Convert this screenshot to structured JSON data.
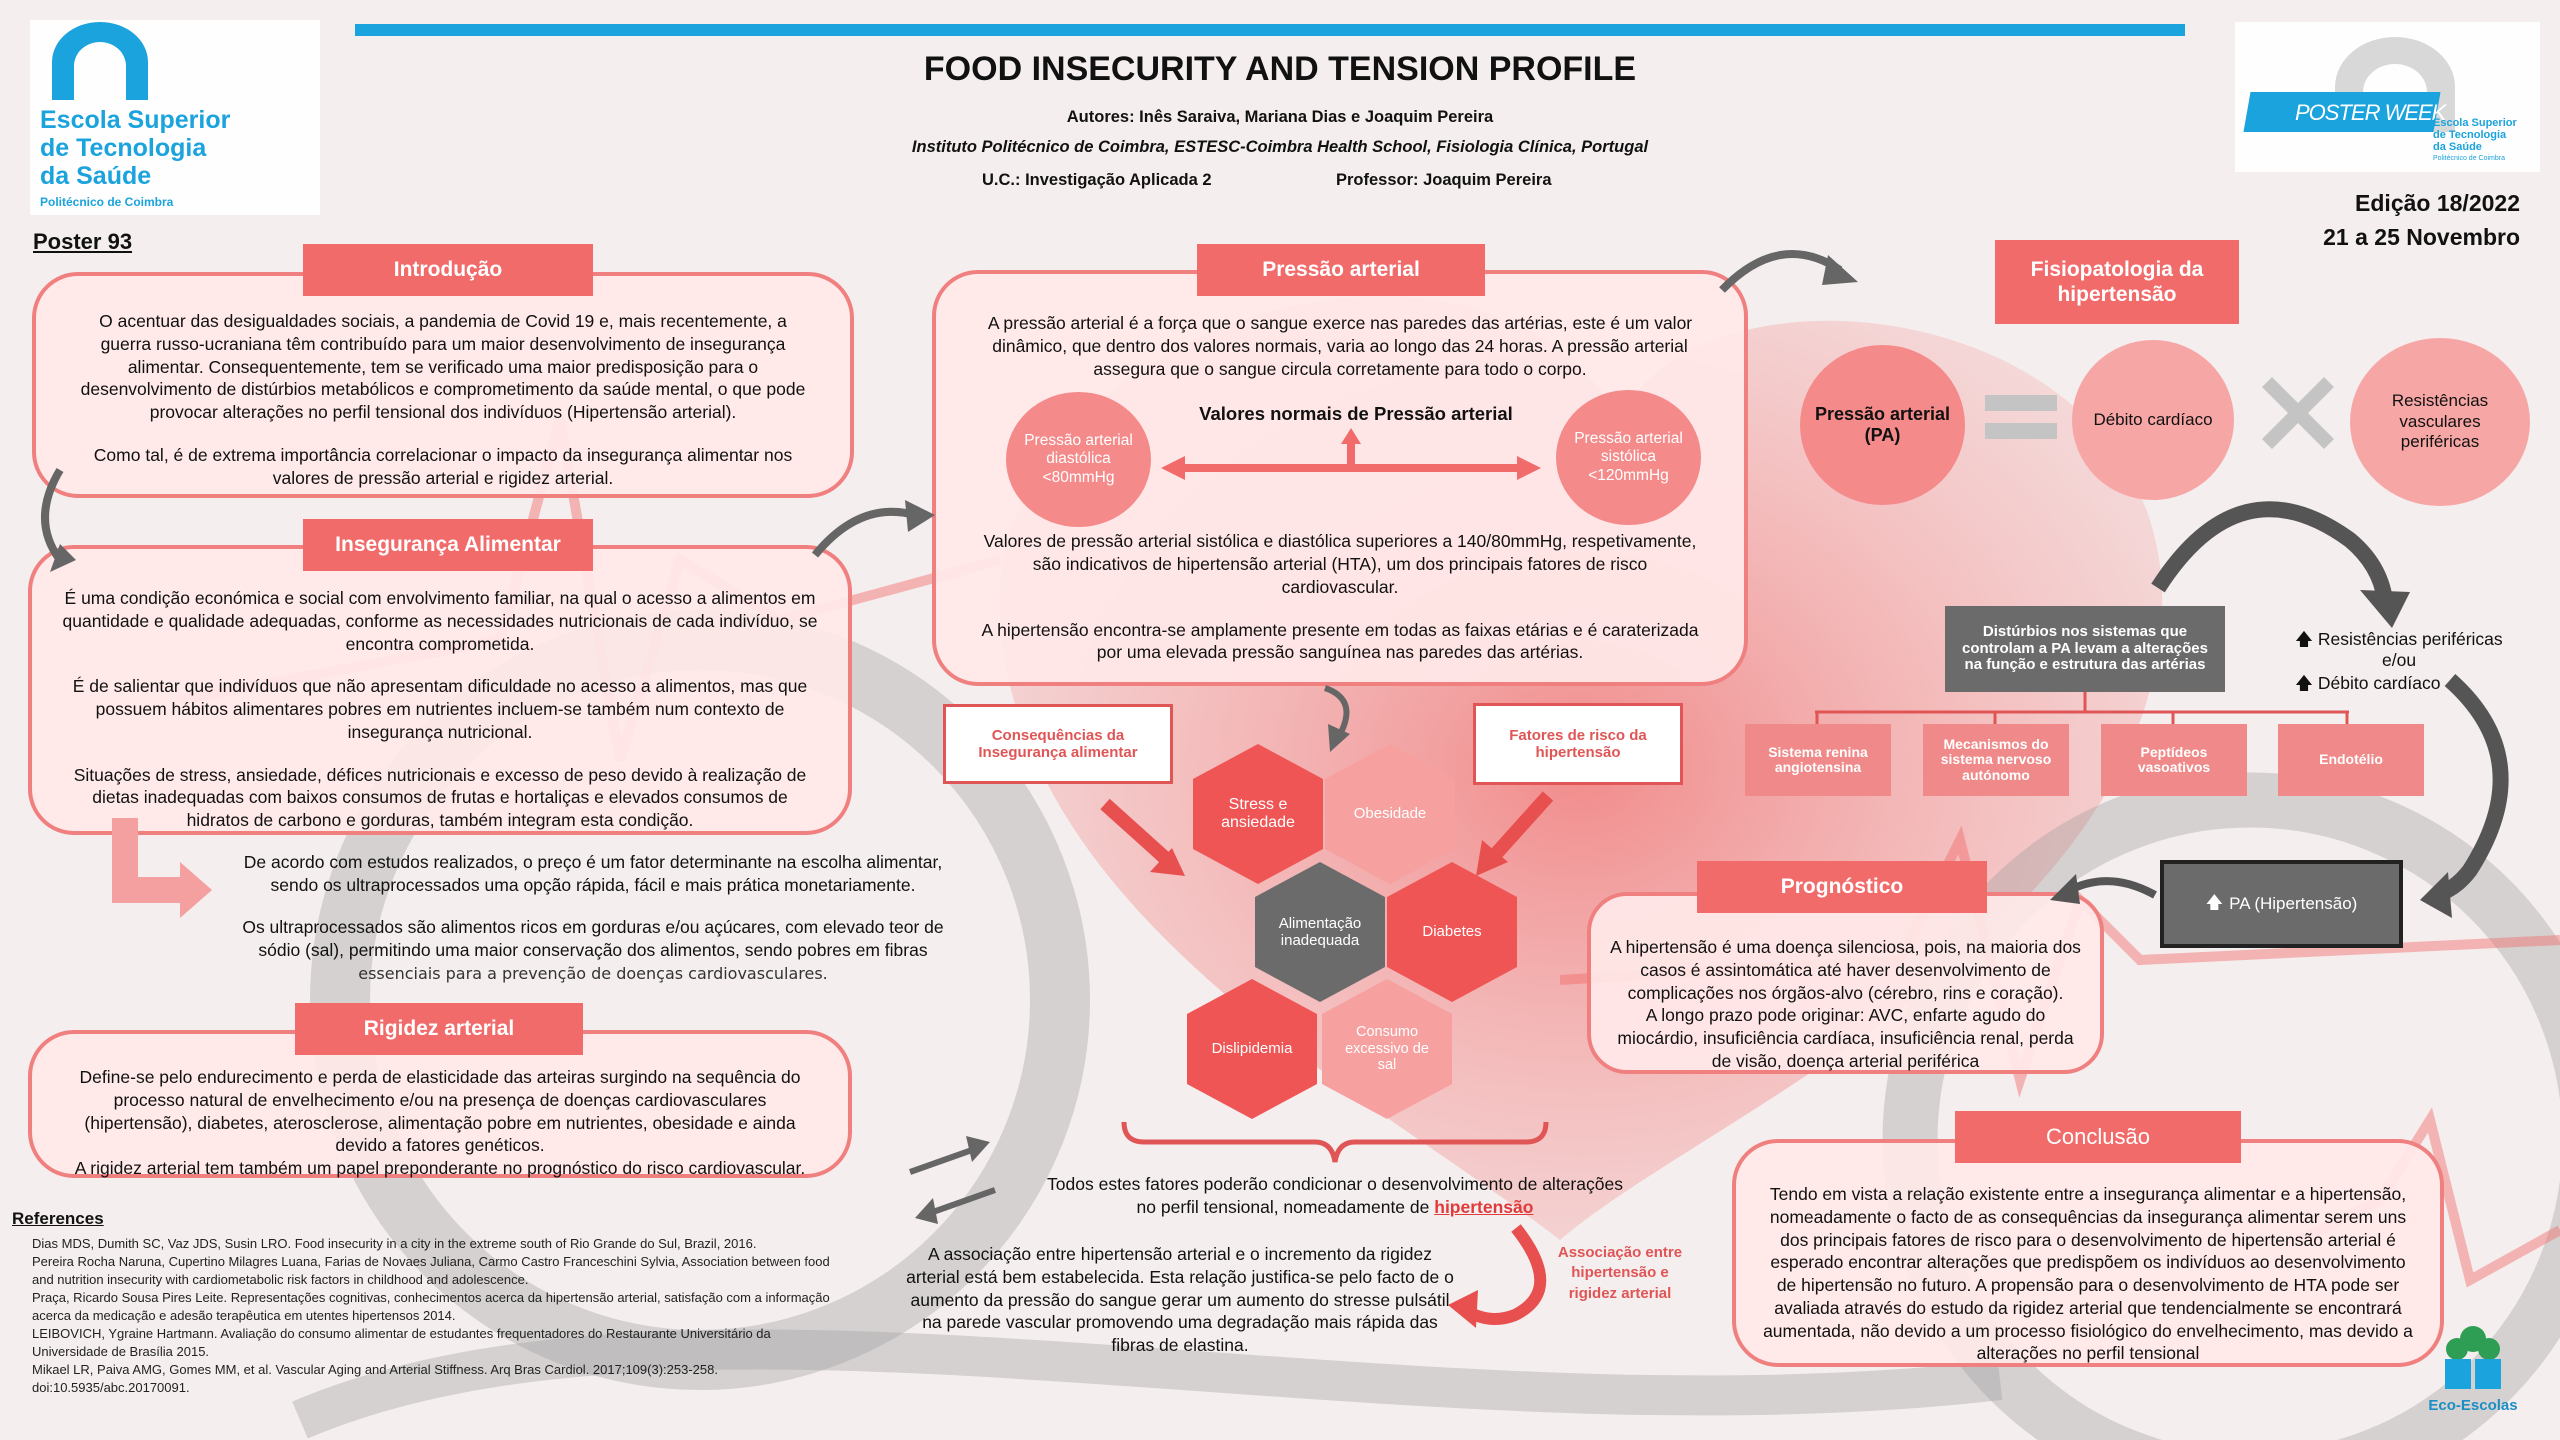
{
  "header": {
    "title": "FOOD INSECURITY AND TENSION PROFILE",
    "authors": "Autores: Inês Saraiva, Mariana Dias e Joaquim Pereira",
    "institution": "Instituto Politécnico de Coimbra, ESTESC-Coimbra Health School, Fisiologia Clínica, Portugal",
    "uc": "U.C.: Investigação Aplicada 2",
    "professor": "Professor: Joaquim Pereira",
    "poster_number": "Poster 93",
    "edition": "Edição 18/2022",
    "dates": "21 a 25 Novembro"
  },
  "logos": {
    "school_line1": "Escola Superior",
    "school_line2": "de Tecnologia",
    "school_line3": "da Saúde",
    "school_sub": "Politécnico de Coimbra",
    "posterweek": "POSTER WEEK",
    "posterweek_school1": "Escola Superior",
    "posterweek_school2": "de Tecnologia",
    "posterweek_school3": "da Saúde",
    "posterweek_sub": "Politécnico de Coimbra",
    "eco": "Eco-Escolas"
  },
  "intro": {
    "title": "Introdução",
    "p1": "O acentuar das desigualdades sociais, a pandemia de Covid 19 e, mais recentemente, a guerra russo-ucraniana têm contribuído para um maior desenvolvimento de insegurança alimentar. Consequentemente, tem se verificado uma maior predisposição para o desenvolvimento de distúrbios metabólicos e comprometimento da saúde mental, o que pode provocar alterações no perfil tensional dos indivíduos (Hipertensão arterial).",
    "p2": "Como tal, é de extrema importância correlacionar o impacto da insegurança alimentar nos valores de pressão arterial e rigidez arterial."
  },
  "inseg": {
    "title": "Insegurança Alimentar",
    "p1": "É uma condição económica e social com envolvimento familiar, na qual o acesso a alimentos em quantidade e qualidade adequadas, conforme as necessidades nutricionais de cada indivíduo, se encontra comprometida.",
    "p2": "É de salientar que indivíduos que não apresentam dificuldade no acesso a alimentos, mas que possuem hábitos alimentares pobres em nutrientes incluem-se também num contexto de insegurança nutricional.",
    "p3": "Situações de stress, ansiedade, défices nutricionais e excesso de peso devido à realização de dietas inadequadas com baixos consumos de frutas e hortaliças e elevados consumos de hidratos de carbono e gorduras, também integram esta condição."
  },
  "price": {
    "p1": "De acordo com estudos realizados, o preço é um fator determinante na escolha alimentar, sendo os ultraprocessados uma opção rápida, fácil e mais prática monetariamente.",
    "p2a": "Os ultraprocessados são alimentos ricos em gorduras e/ou açúcares, com elevado teor de sódio (sal), permitindo uma maior conservação dos alimentos, sendo pobres em fibras",
    "p2b": "essenciais para a prevenção de doenças cardiovasculares."
  },
  "rigidez": {
    "title": "Rigidez arterial",
    "p1": "Define-se pelo endurecimento e perda de elasticidade das arteiras surgindo na sequência do processo natural de envelhecimento e/ou na presença de doenças cardiovasculares (hipertensão), diabetes, aterosclerose, alimentação pobre em nutrientes, obesidade e ainda devido a fatores genéticos.",
    "p2": "A rigidez arterial tem também um papel preponderante no prognóstico do risco cardiovascular."
  },
  "pressao": {
    "title": "Pressão arterial",
    "p1": "A pressão arterial é a força que o sangue exerce nas paredes das artérias, este é um valor dinâmico, que dentro dos valores normais, varia ao longo das 24 horas. A pressão arterial assegura que o sangue circula corretamente para todo o corpo.",
    "normal_label": "Valores normais de Pressão arterial",
    "diastolic": "Pressão arterial diastólica <80mmHg",
    "systolic": "Pressão arterial sistólica <120mmHg",
    "p2": "Valores de pressão arterial sistólica e diastólica superiores a 140/80mmHg, respetivamente, são indicativos de hipertensão arterial (HTA), um dos principais fatores de risco cardiovascular.",
    "p3": "A hipertensão encontra-se amplamente presente em todas as faixas etárias e é caraterizada por uma elevada pressão sanguínea nas paredes das artérias."
  },
  "factors": {
    "consequences": "Consequências da Insegurança alimentar",
    "risk": "Fatores de risco da hipertensão",
    "hex_stress": "Stress e ansiedade",
    "hex_obesity": "Obesidade",
    "hex_food": "Alimentação inadequada",
    "hex_diabetes": "Diabetes",
    "hex_dislip": "Dislipidemia",
    "hex_salt": "Consumo excessivo de sal",
    "all_factors": "Todos estes fatores poderão condicionar o desenvolvimento de alterações no perfil tensional, nomeadamente de",
    "all_factors_link": "hipertensão",
    "association": "A associação entre hipertensão arterial e o incremento da rigidez arterial está bem estabelecida. Esta relação justifica-se pelo facto de o aumento da pressão do sangue gerar um aumento do stresse pulsátil na parede vascular promovendo uma degradação mais rápida das fibras de elastina.",
    "assoc_label": "Associação entre hipertensão e rigidez arterial"
  },
  "fisio": {
    "title": "Fisiopatologia da hipertensão",
    "pa": "Pressão arterial (PA)",
    "debito": "Débito cardíaco",
    "resist": "Resistências vasculares periféricas",
    "disturbios": "Distúrbios nos sistemas que controlam a PA levam a alterações na função e estrutura das artérias",
    "sub1": "Sistema renina angiotensina",
    "sub2": "Mecanismos do sistema nervoso autónomo",
    "sub3": "Peptídeos vasoativos",
    "sub4": "Endotélio",
    "up1": "Resistências periféricas",
    "eou": "e/ou",
    "up2": "Débito cardíaco",
    "pa_hiper": "PA (Hipertensão)"
  },
  "prognostico": {
    "title": "Prognóstico",
    "p1": "A hipertensão é uma doença silenciosa, pois, na maioria dos casos é assintomática até haver desenvolvimento de complicações nos órgãos-alvo (cérebro, rins e coração).",
    "p2": "A longo prazo pode originar: AVC, enfarte agudo do miocárdio, insuficiência cardíaca, insuficiência renal, perda de visão, doença arterial periférica"
  },
  "conclusao": {
    "title": "Conclusão",
    "p1": "Tendo em vista a relação existente entre a insegurança alimentar e a hipertensão, nomeadamente o facto de as consequências da insegurança alimentar serem uns dos principais fatores de risco para o desenvolvimento de hipertensão arterial é esperado encontrar alterações que predispõem os indivíduos ao desenvolvimento de hipertensão no futuro. A propensão para o desenvolvimento de HTA pode ser avaliada através do estudo da rigidez arterial que tendencialmente se encontrará aumentada, não devido a um processo fisiológico do envelhecimento, mas devido a alterações no perfil tensional"
  },
  "references": {
    "title": "References",
    "r1": "Dias MDS, Dumith SC, Vaz JDS, Susin LRO. Food insecurity in a city in the extreme south of Rio Grande do Sul, Brazil, 2016.",
    "r2": "Pereira Rocha Naruna, Cupertino Milagres Luana, Farias de Novaes Juliana, Carmo Castro Franceschini Sylvia, Association between food and nutrition insecurity with cardiometabolic risk factors in childhood and adolescence.",
    "r3": "Praça, Ricardo Sousa Pires Leite. Representações cognitivas, conhecimentos acerca da hipertensão arterial, satisfação com a informação acerca da medicação e adesão terapêutica em utentes hipertensos 2014.",
    "r4": "LEIBOVICH, Ygraine Hartmann. Avaliação do consumo alimentar de estudantes frequentadores do Restaurante Universitário da Universidade de Brasília 2015.",
    "r5": "Mikael LR, Paiva AMG, Gomes MM, et al. Vascular Aging and Arterial Stiffness. Arq Bras Cardiol. 2017;109(3):253-258. doi:10.5935/abc.20170091."
  },
  "colors": {
    "accent": "#f26b6b",
    "border": "#f08080",
    "panel": "#ffe8e8",
    "blue": "#1aa3dc",
    "dark": "#6b6b6b"
  }
}
